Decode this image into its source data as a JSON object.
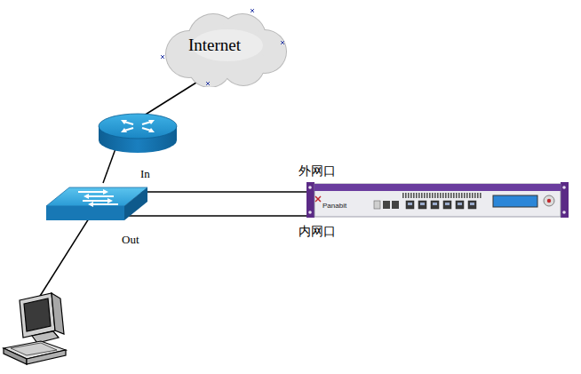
{
  "diagram": {
    "nodes": [
      {
        "text": [
          "Internet"
        ]
      },
      {
        "text": [
          "Panabit"
        ]
      }
    ],
    "labels": [
      "In",
      "外网口",
      "Out",
      "内网口"
    ]
  }
}
